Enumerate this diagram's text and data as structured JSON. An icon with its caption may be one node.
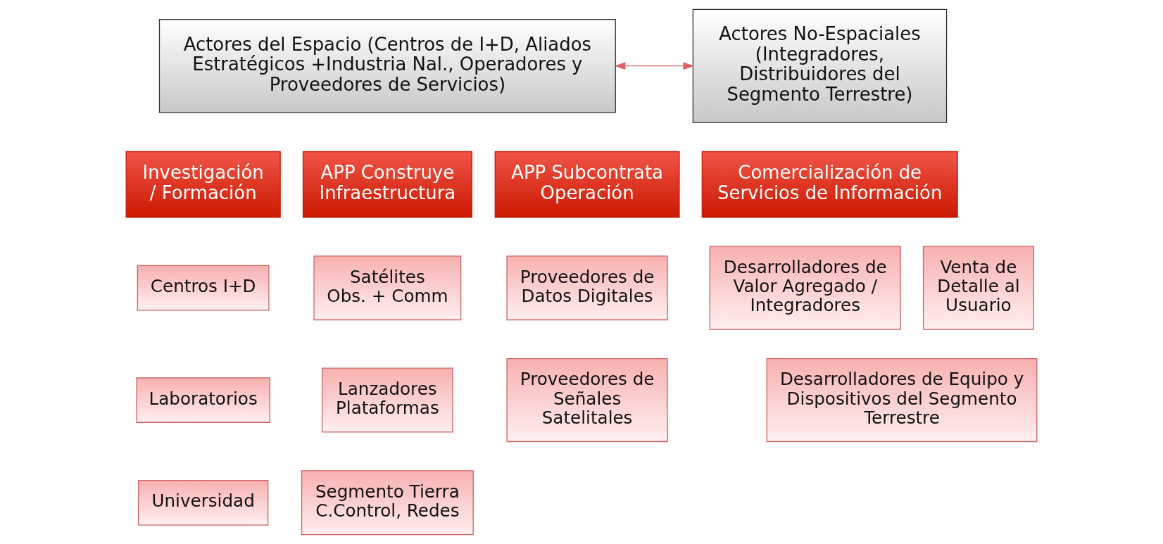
{
  "diagram": {
    "nodes": [
      {
        "text": [
          "Actores del Espacio (Centros de I+D, Aliados Estratégicos +Industria Nal., Operadores y Proveedores de Servicios)"
        ]
      },
      {
        "text": [
          "Actores No-Espaciales (Integradores, Distribuidores del Segmento Terrestre)"
        ]
      },
      {
        "text": [
          "Investigación / Formación"
        ]
      },
      {
        "text": [
          "APP Construye Infraestructura"
        ]
      },
      {
        "text": [
          "APP Subcontrata Operación"
        ]
      },
      {
        "text": [
          "Comercialización de Servicios de Información"
        ]
      },
      {
        "text": [
          "Centros I+D"
        ]
      },
      {
        "text": [
          "Laboratorios"
        ]
      },
      {
        "text": [
          "Universidad"
        ]
      },
      {
        "text": [
          "Satélites Obs. + Comm"
        ]
      },
      {
        "text": [
          "Lanzadores Plataformas"
        ]
      },
      {
        "text": [
          "Segmento Tierra C.Control, Redes"
        ]
      },
      {
        "text": [
          "Proveedores de Datos Digitales"
        ]
      },
      {
        "text": [
          "Proveedores de Señales Satelitales"
        ]
      },
      {
        "text": [
          "Desarrolladores de Valor Agregado / Integradores"
        ]
      },
      {
        "text": [
          "Venta de Detalle al Usuario"
        ]
      },
      {
        "text": [
          "Desarrolladores de Equipo y Dispositivos del Segmento Terrestre"
        ]
      }
    ],
    "edges": [
      {
        "from": 0,
        "to": 1,
        "arrow": "both"
      }
    ]
  }
}
